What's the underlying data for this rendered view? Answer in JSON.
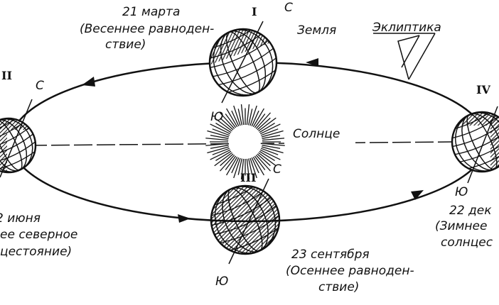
{
  "labels": {
    "march_date": "21 марта",
    "march_desc1": "(Весеннее равноден-",
    "march_desc2": "ствие)",
    "earth": "Земля",
    "ecliptic": "Эклиптика",
    "sun": "Солнце",
    "june_date": "2 июня",
    "june_desc1": "ее северное",
    "june_desc2": "цестояние)",
    "sept_date": "23 сентября",
    "sept_desc1": "(Осеннее равноден-",
    "sept_desc2": "ствие)",
    "dec_date": "22 дек",
    "dec_desc1": "(Зимнее",
    "dec_desc2": "солнцес"
  },
  "positions": {
    "I": {
      "numeral": "I",
      "north": "С",
      "south": "Ю"
    },
    "II": {
      "numeral": "II",
      "north": "С"
    },
    "III": {
      "numeral": "III",
      "north": "С",
      "south": "Ю"
    },
    "IV": {
      "numeral": "IV",
      "south": "Ю"
    }
  }
}
